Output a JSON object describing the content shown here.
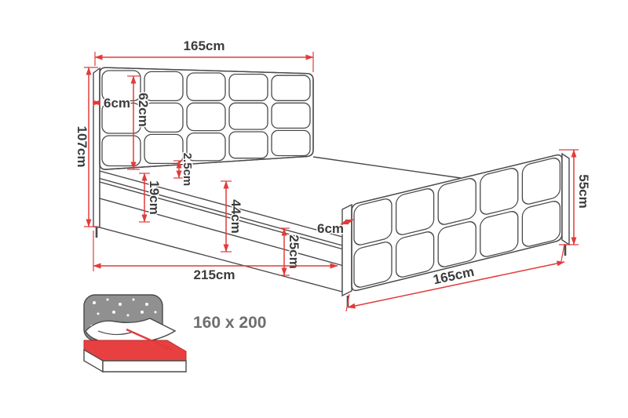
{
  "diagram": {
    "subject": "boxspring-bed-dimension-diagram",
    "dimensions": {
      "top_width": "165cm",
      "total_height": "107cm",
      "headboard_thickness": "6cm",
      "headboard_panel_height": "62cm",
      "base_height": "19cm",
      "topper_height": "2.5cm",
      "side_height": "44cm",
      "lower_side_height": "25cm",
      "footboard_thickness": "6cm",
      "footboard_height": "55cm",
      "length": "215cm",
      "foot_width": "165cm"
    },
    "badge": {
      "mattress_size": "160 x 200"
    },
    "colors": {
      "dimension_accent": "#e23b3b",
      "outline": "#4a4a4a",
      "icon_headboard": "#909090",
      "icon_mattress": "#e84040",
      "label_text": "#3c3c3c"
    }
  }
}
